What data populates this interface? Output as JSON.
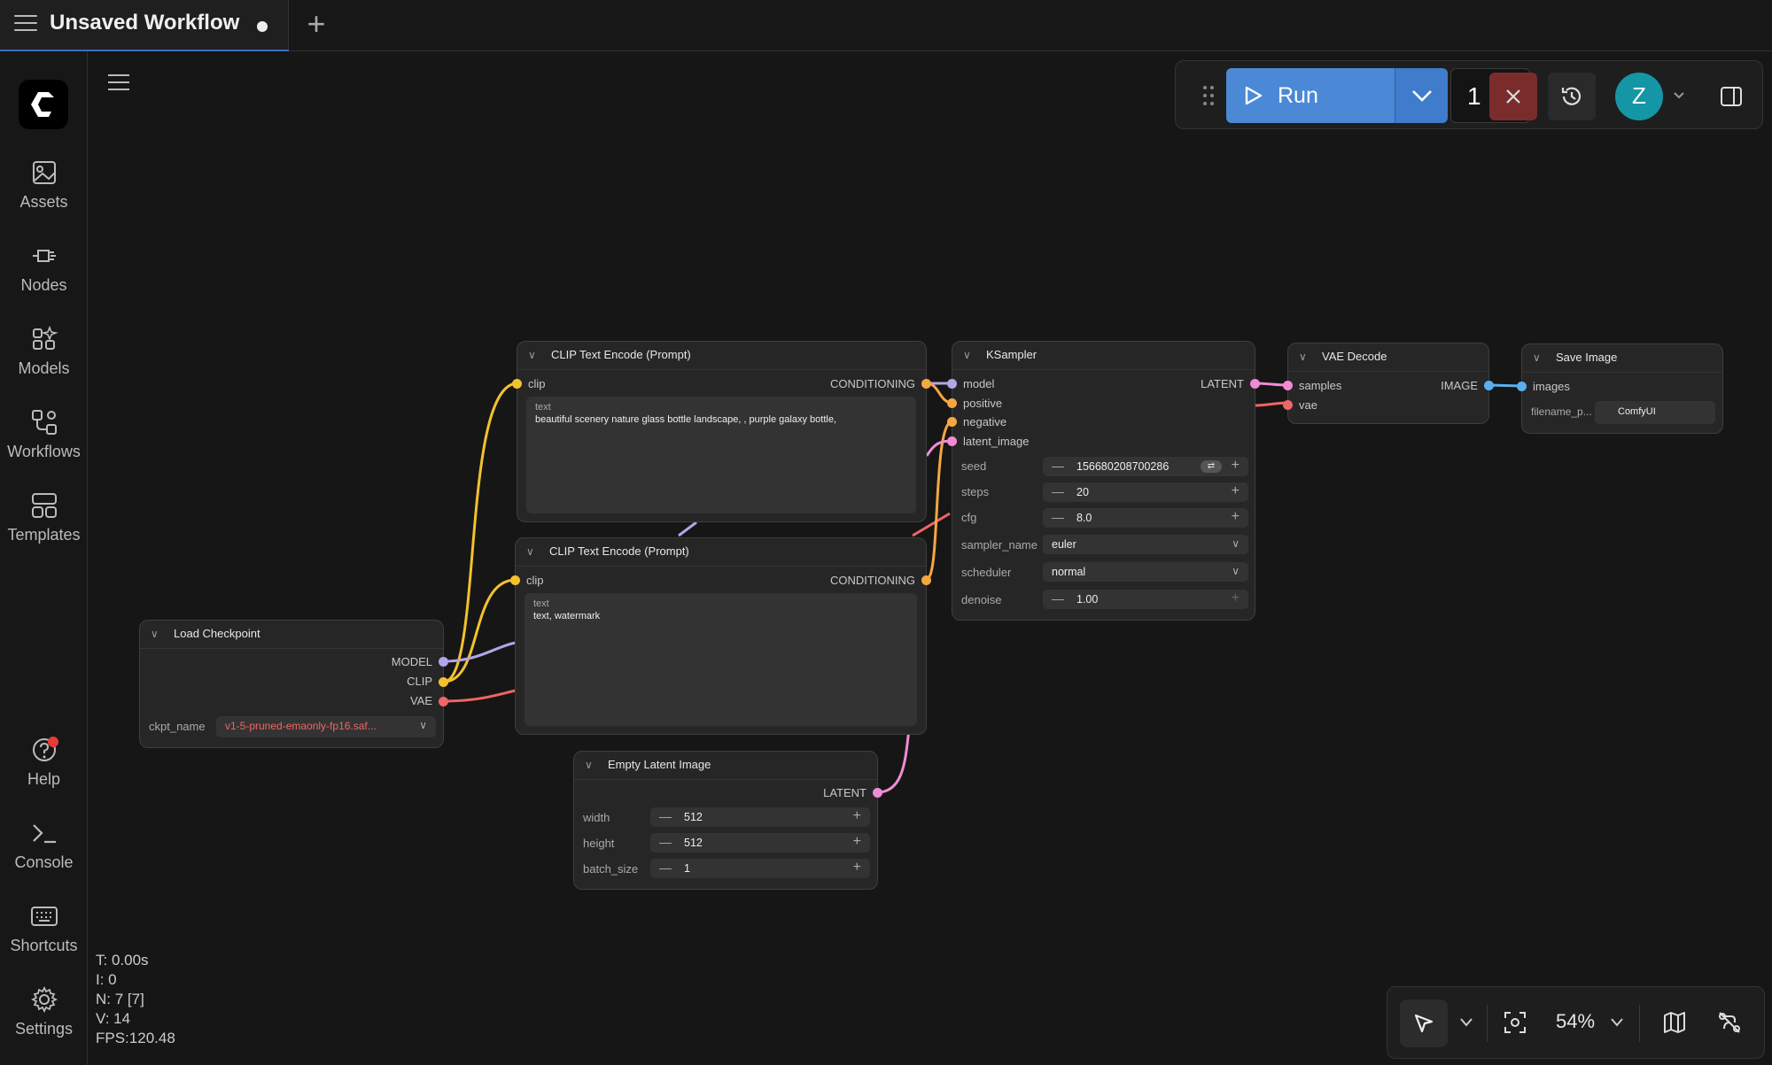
{
  "tab": {
    "title": "Unsaved Workflow"
  },
  "sidebar": {
    "items": [
      {
        "label": "Assets",
        "icon": "image-icon"
      },
      {
        "label": "Nodes",
        "icon": "plug-icon"
      },
      {
        "label": "Models",
        "icon": "shapes-icon"
      },
      {
        "label": "Workflows",
        "icon": "flow-icon"
      },
      {
        "label": "Templates",
        "icon": "template-icon"
      },
      {
        "label": "Help",
        "icon": "help-icon"
      },
      {
        "label": "Console",
        "icon": "terminal-icon"
      },
      {
        "label": "Shortcuts",
        "icon": "keyboard-icon"
      },
      {
        "label": "Settings",
        "icon": "gear-icon"
      }
    ]
  },
  "runbar": {
    "run_label": "Run",
    "queue_count": "1",
    "avatar_letter": "Z"
  },
  "nodes": {
    "clip_pos": {
      "title": "CLIP Text Encode (Prompt)",
      "input": "clip",
      "output": "CONDITIONING",
      "text_label": "text",
      "text": "beautiful scenery nature glass bottle landscape, , purple galaxy bottle,"
    },
    "clip_neg": {
      "title": "CLIP Text Encode (Prompt)",
      "input": "clip",
      "output": "CONDITIONING",
      "text_label": "text",
      "text": "text, watermark"
    },
    "ksampler": {
      "title": "KSampler",
      "inputs": [
        "model",
        "positive",
        "negative",
        "latent_image"
      ],
      "output": "LATENT",
      "seed_label": "seed",
      "seed": "156680208700286",
      "steps_label": "steps",
      "steps": "20",
      "cfg_label": "cfg",
      "cfg": "8.0",
      "sampler_label": "sampler_name",
      "sampler": "euler",
      "scheduler_label": "scheduler",
      "scheduler": "normal",
      "denoise_label": "denoise",
      "denoise": "1.00"
    },
    "vae_decode": {
      "title": "VAE Decode",
      "inputs": [
        "samples",
        "vae"
      ],
      "output": "IMAGE"
    },
    "save_image": {
      "title": "Save Image",
      "input": "images",
      "prefix_label": "filename_p...",
      "prefix": "ComfyUI"
    },
    "load_checkpoint": {
      "title": "Load Checkpoint",
      "outputs": [
        "MODEL",
        "CLIP",
        "VAE"
      ],
      "ckpt_label": "ckpt_name",
      "ckpt": "v1-5-pruned-emaonly-fp16.saf..."
    },
    "empty_latent": {
      "title": "Empty Latent Image",
      "output": "LATENT",
      "width_label": "width",
      "width": "512",
      "height_label": "height",
      "height": "512",
      "batch_label": "batch_size",
      "batch": "1"
    }
  },
  "stats": {
    "t": "T: 0.00s",
    "i": "I: 0",
    "n": "N: 7 [7]",
    "v": "V: 14",
    "fps": "FPS:120.48"
  },
  "bottombar": {
    "zoom": "54%"
  },
  "colors": {
    "run_blue": "#4b89d6",
    "clip_yellow": "#f2c22e",
    "conditioning_orange": "#f5a742",
    "model_lavender": "#b4a5e6",
    "vae_red": "#f06565",
    "latent_pink": "#f08bd6",
    "image_blue": "#5ab0ee",
    "cancel_red": "#7a2c2c",
    "avatar_teal": "#1596a6"
  }
}
